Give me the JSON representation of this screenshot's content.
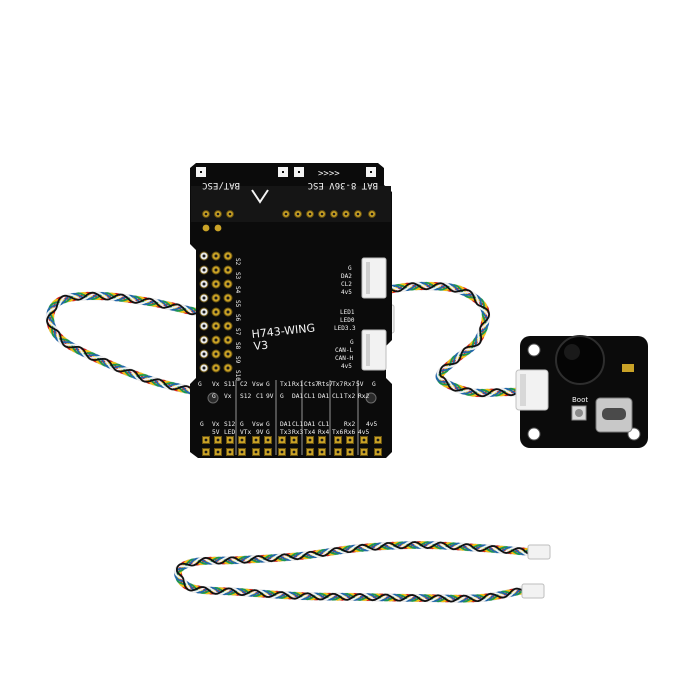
{
  "scene": {
    "background": "#ffffff",
    "main_board": {
      "title_line1": "H743-WING",
      "title_line2": "V3",
      "top_labels": [
        "BAT/ESC",
        "BAT 8-36V ESC"
      ],
      "right_upper_labels": [
        "G",
        "DA2",
        "CL2",
        "4v5"
      ],
      "right_led_labels": [
        "LED1",
        "LED0",
        "LED3.3"
      ],
      "right_can_labels": [
        "G",
        "CAN-L",
        "CAN-H",
        "4v5"
      ],
      "left_servo_labels": [
        "S2",
        "S3",
        "S4",
        "S5",
        "S6",
        "S7",
        "S8",
        "S9",
        "S10"
      ],
      "bottom_row1": [
        "G",
        "Vx",
        "S11",
        "C2",
        "Vsw",
        "G",
        "Tx1",
        "Rx1",
        "Cts7",
        "Rts7",
        "Tx7",
        "Rx7",
        "5V",
        "G"
      ],
      "bottom_row2": [
        "G",
        "Vx",
        "S12",
        "C1",
        "9V",
        "G",
        "DA1",
        "CL1",
        "DA1",
        "CL1",
        "Tx2",
        "Rx2"
      ],
      "bottom_row3": [
        "5V",
        "LED",
        "VTx",
        "9V",
        "G",
        "Tx3",
        "Rx3",
        "Tx4",
        "Rx4",
        "Tx6",
        "Rx6",
        "4v5"
      ],
      "bottom_row4": [
        "G",
        "Vx",
        "S12",
        "G",
        "Vsw",
        "G",
        "DA1",
        "CL1",
        "DA1",
        "CL1",
        "Rx2",
        "4v5"
      ]
    },
    "small_board": {
      "label": "Boot"
    },
    "wire_colors": [
      "#e2231a",
      "#f1c40f",
      "#1a9850",
      "#2166ac",
      "#f0f0f0",
      "#111111"
    ],
    "board_color": "#0b0b0b",
    "pad_color": "#c9a227"
  }
}
